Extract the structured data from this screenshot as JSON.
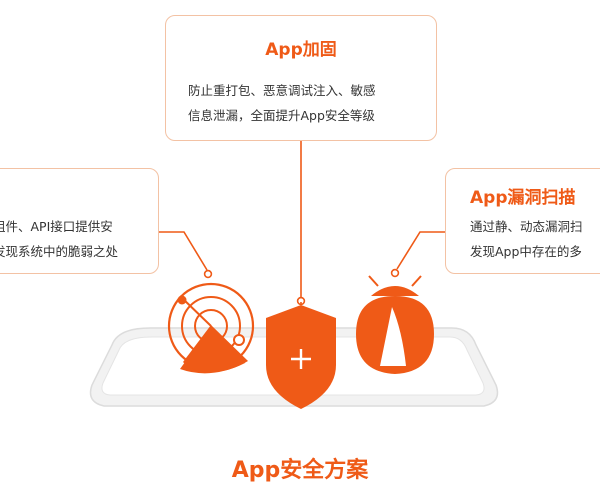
{
  "top_card": {
    "title": "App加固",
    "line1": "防止重打包、恶意调试注入、敏感",
    "line2": "信息泄漏，全面提升App安全等级"
  },
  "left_card": {
    "title": "",
    "line1": "组件、API接口提供安",
    "line2": "发现系统中的脆弱之处"
  },
  "right_card": {
    "title": "App漏洞扫描",
    "line1": "通过静、动态漏洞扫",
    "line2": "发现App中存在的多"
  },
  "bottom_title": "App安全方案",
  "colors": {
    "accent": "#ef5a17",
    "card_border": "#f3c2a4",
    "platform": "#e8e8e8"
  },
  "icons": [
    "radar-icon",
    "shield-plus-icon",
    "bug-icon"
  ]
}
